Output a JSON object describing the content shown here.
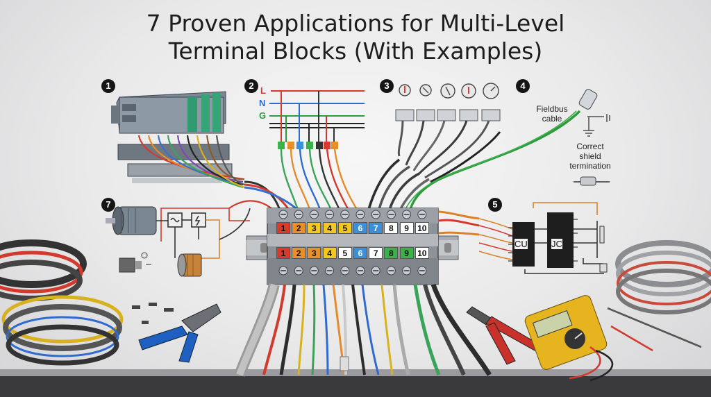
{
  "title": {
    "line1": "7 Proven Applications for Multi-Level",
    "line2": "Terminal Blocks (With Examples)"
  },
  "badges": [
    "1",
    "2",
    "3",
    "4",
    "5",
    "7"
  ],
  "power_lines": [
    "L",
    "N",
    "G"
  ],
  "fieldbus": {
    "cable_label_1": "Fieldbus",
    "cable_label_2": "cable",
    "shield_label_1": "Correct",
    "shield_label_2": "shield",
    "shield_label_3": "termination"
  },
  "ics": [
    "CU",
    "JC"
  ],
  "terminal_block": {
    "top_row": [
      "1",
      "2",
      "3",
      "4",
      "5",
      "6",
      "7",
      "8",
      "9",
      "10"
    ],
    "bottom_row": [
      "1",
      "2",
      "3",
      "4",
      "5",
      "6",
      "7",
      "8",
      "9",
      "10"
    ],
    "top_colors": [
      "#d93a2e",
      "#e98f2a",
      "#f2c81e",
      "#f2c81e",
      "#f2c81e",
      "#3a8fd8",
      "#3a8fd8",
      "#ffffff",
      "#ffffff",
      "#ffffff"
    ],
    "bottom_colors": [
      "#d93a2e",
      "#e98f2a",
      "#e98f2a",
      "#f2c81e",
      "#ffffff",
      "#3a8fd8",
      "#ffffff",
      "#3cb04a",
      "#3cb04a",
      "#ffffff"
    ]
  }
}
